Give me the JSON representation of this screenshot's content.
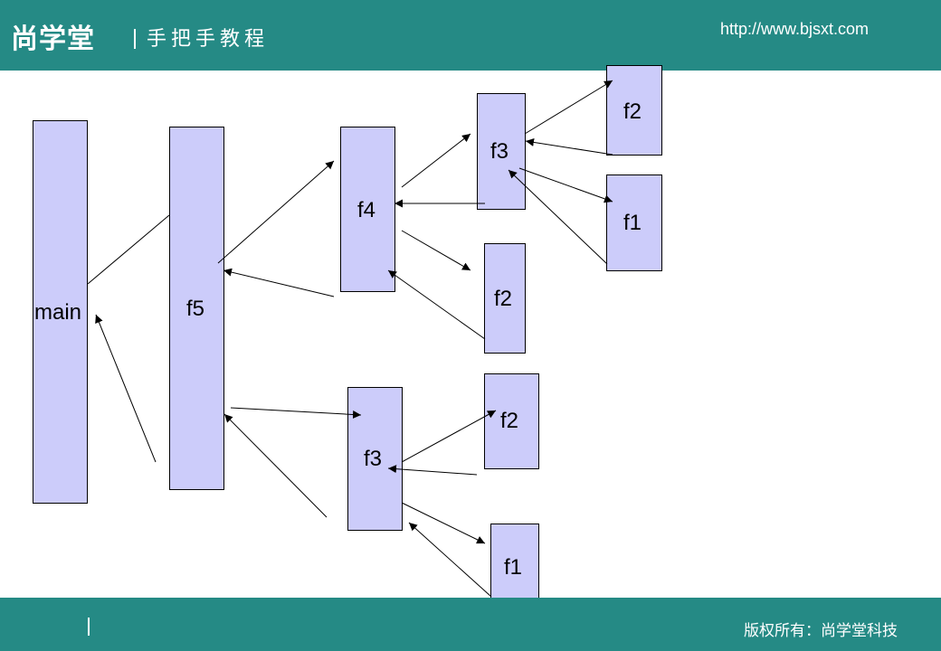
{
  "header": {
    "logo_text": "尚学堂",
    "tagline": "手把手教程",
    "url": "http://www.bjsxt.com"
  },
  "footer": {
    "copyright": "版权所有：尚学堂科技"
  },
  "diagram": {
    "boxes": {
      "main": "main",
      "f5": "f5",
      "f4": "f4",
      "f3_top": "f3",
      "f2_top": "f2",
      "f1_top": "f1",
      "f2_mid": "f2",
      "f3_bottom": "f3",
      "f2_bottom": "f2",
      "f1_bottom": "f1"
    }
  }
}
